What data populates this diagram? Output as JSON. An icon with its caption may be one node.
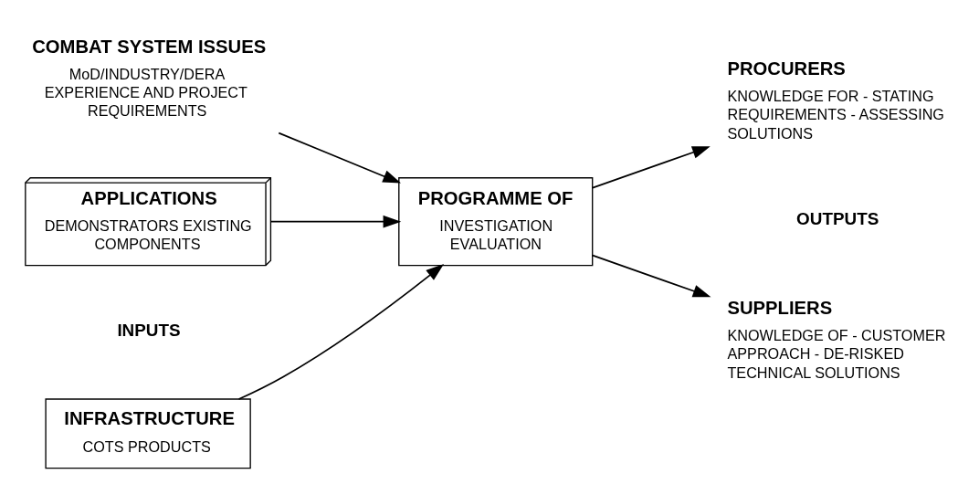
{
  "diagram": {
    "nodes": [
      {
        "text": [
          "COMBAT SYSTEM ISSUES",
          "MoD/INDUSTRY/DERA EXPERIENCE AND PROJECT REQUIREMENTS"
        ]
      },
      {
        "text": [
          "PROGRAMME OF",
          "INVESTIGATION EVALUATION"
        ]
      },
      {
        "text": [
          "APPLICATIONS",
          "DEMONSTRATORS EXISTING COMPONENTS"
        ]
      },
      {
        "text": [
          "INFRASTRUCTURE",
          "COTS PRODUCTS"
        ]
      },
      {
        "text": [
          "PROCURERS",
          "KNOWLEDGE FOR - STATING REQUIREMENTS - ASSESSING SOLUTIONS"
        ]
      },
      {
        "text": [
          "SUPPLIERS",
          "KNOWLEDGE OF - CUSTOMER APPROACH - DE-RISKED TECHNICAL SOLUTIONS"
        ]
      }
    ],
    "edges": [
      {
        "from": 0,
        "to": 1,
        "arrow": "to"
      },
      {
        "from": 2,
        "to": 1,
        "arrow": "to"
      },
      {
        "from": 3,
        "to": 1,
        "arrow": "to"
      },
      {
        "from": 1,
        "to": 4,
        "arrow": "to"
      },
      {
        "from": 1,
        "to": 5,
        "arrow": "to"
      }
    ],
    "labels": [
      "INPUTS",
      "OUTPUTS"
    ]
  }
}
